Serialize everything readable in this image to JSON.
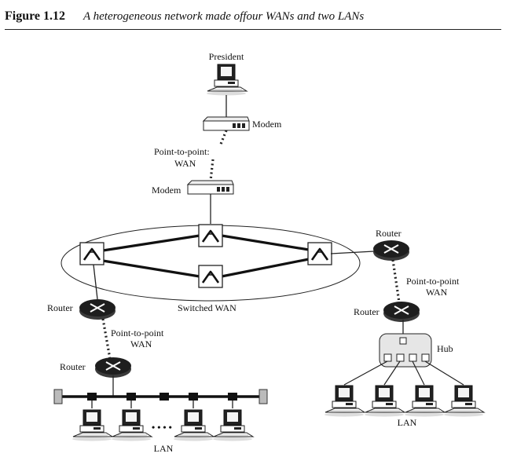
{
  "caption": {
    "figure_number": "Figure 1.12",
    "title": "A heterogeneous network made offour WANs and two LANs"
  },
  "labels": {
    "president": "President",
    "modem_top": "Modem",
    "p2p_top_1": "Point-to-point:",
    "p2p_top_2": "WAN",
    "modem_bottom": "Modem",
    "router_left": "Router",
    "switched_wan": "Switched WAN",
    "p2p_left_1": "Point-to-point",
    "p2p_left_2": "WAN",
    "router_lan_left": "Router",
    "lan_left": "LAN",
    "router_right_top": "Router",
    "p2p_right_1": "Point-to-point",
    "p2p_right_2": "WAN",
    "router_right_bottom": "Router",
    "hub": "Hub",
    "lan_right": "LAN",
    "ellipsis": "• • • •"
  }
}
